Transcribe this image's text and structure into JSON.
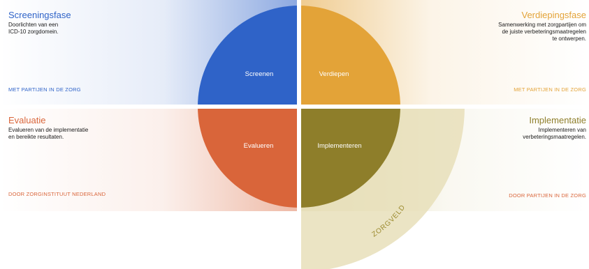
{
  "colors": {
    "blue": "#2f63c8",
    "orange": "#e3a338",
    "red": "#d9653a",
    "olive": "#8e7e2a",
    "zorgveld_band": "#e8dfba",
    "zorgveld_text": "#9b8a2e"
  },
  "screening": {
    "title": "Screeningsfase",
    "desc_lines": [
      "Doorlichten van een",
      "ICD-10 zorgdomein."
    ],
    "footer": "MET PARTIJEN IN DE ZORG",
    "circle_label": "Screenen"
  },
  "verdieping": {
    "title": "Verdiepingsfase",
    "desc_lines": [
      "Samenwerking met zorgpartijen om",
      "de juiste verbeteringsmaatregelen",
      "te ontwerpen."
    ],
    "footer": "MET PARTIJEN IN DE ZORG",
    "circle_label": "Verdiepen"
  },
  "evaluatie": {
    "title": "Evaluatie",
    "desc_lines": [
      "Evalueren van de implementatie",
      "en bereikte resultaten."
    ],
    "footer": "DOOR ZORGINSTITUUT NEDERLAND",
    "circle_label": "Evalueren"
  },
  "implementatie": {
    "title": "Implementatie",
    "desc_lines": [
      "Implementeren van",
      "verbeteringsmaatregelen."
    ],
    "footer": "DOOR PARTIJEN IN DE ZORG",
    "circle_label": "Implementeren"
  },
  "zorgveld": {
    "label": "ZORGVELD"
  }
}
